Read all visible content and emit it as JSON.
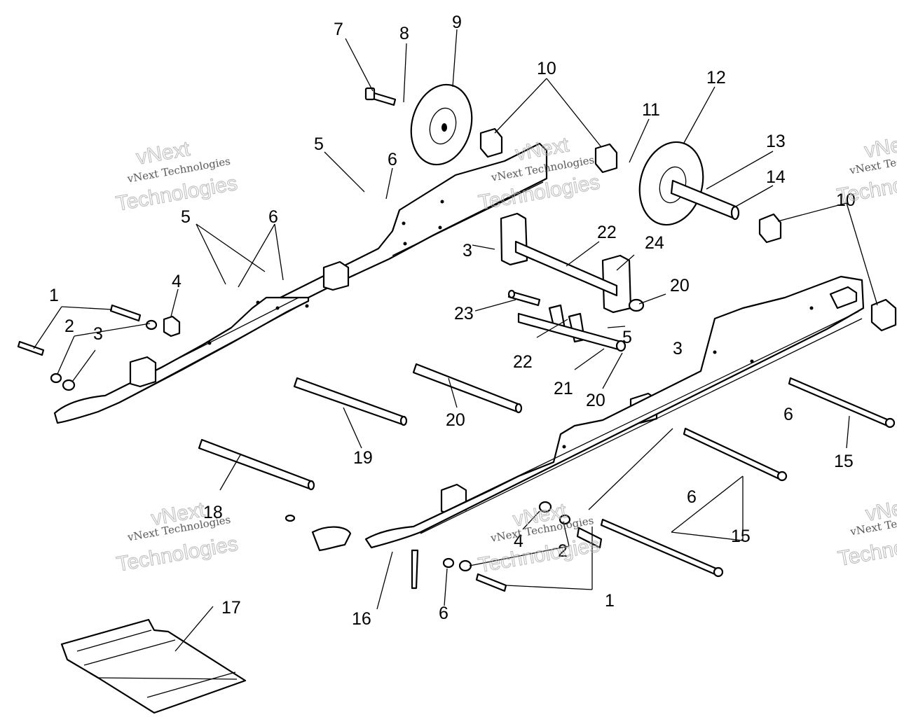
{
  "callouts": {
    "c1a": "1",
    "c1b": "1",
    "c2a": "2",
    "c2b": "2",
    "c3a": "3",
    "c3b": "3",
    "c3c": "3",
    "c4a": "4",
    "c4b": "4",
    "c5a": "5",
    "c5b": "5",
    "c5c": "5",
    "c6a": "6",
    "c6b": "6",
    "c6c": "6",
    "c6d": "6",
    "c6e": "6",
    "c7": "7",
    "c8": "8",
    "c9": "9",
    "c10a": "10",
    "c10b": "10",
    "c11": "11",
    "c12": "12",
    "c13": "13",
    "c14": "14",
    "c15a": "15",
    "c15b": "15",
    "c16": "16",
    "c17": "17",
    "c18": "18",
    "c19": "19",
    "c20a": "20",
    "c20b": "20",
    "c20c": "20",
    "c21": "21",
    "c22a": "22",
    "c22b": "22",
    "c23": "23",
    "c24": "24"
  },
  "watermark": {
    "line1": "vNext Technologies",
    "line2": "Technologies",
    "logo": "vNext"
  }
}
